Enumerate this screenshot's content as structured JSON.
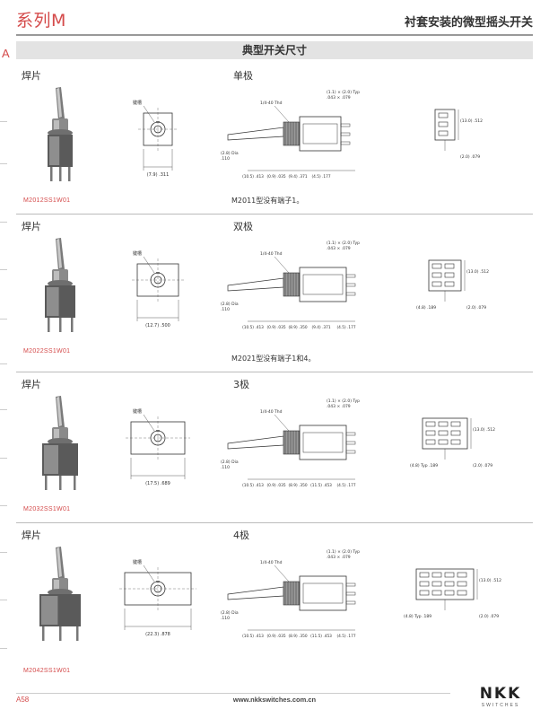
{
  "header": {
    "series": "系列M",
    "subtitle": "衬套安装的微型摇头开关",
    "tab_letter": "A"
  },
  "section_title": "典型开关尺寸",
  "common_labels": {
    "keyway": "键槽",
    "thread": "1/4-40 Thd",
    "pin_dim": "(1.1) × (2.0) Typ",
    "pin_dim_in": ".043 × .079",
    "dia": "(2.8) Dia",
    "dia_in": ".110"
  },
  "sections": [
    {
      "terminal_label": "焊片",
      "pole_label": "单极",
      "model": "M2012SS1W01",
      "note": "M2011型没有端子1。",
      "front_dim": "(7.9) .311",
      "side_dims": [
        "(10.5) .413",
        "(0.9) .035",
        "(9.4) .371",
        "(4.5) .177"
      ],
      "bottom_dims": [
        "(13.0) .512",
        "(2.0) .079"
      ]
    },
    {
      "terminal_label": "焊片",
      "pole_label": "双极",
      "model": "M2022SS1W01",
      "note": "M2021型没有端子1和4。",
      "front_dim": "(12.7) .500",
      "side_dims": [
        "(10.5) .413",
        "(0.9) .035",
        "(8.9) .350",
        "(9.4) .371",
        "(4.5) .177"
      ],
      "bottom_dims": [
        "(13.0) .512",
        "(2.0) .079",
        "(4.8) .189"
      ]
    },
    {
      "terminal_label": "焊片",
      "pole_label": "3极",
      "model": "M2032SS1W01",
      "note": "",
      "front_dim": "(17.5) .689",
      "side_dims": [
        "(10.5) .413",
        "(0.9) .035",
        "(8.9) .350",
        "(11.5) .453",
        "(4.5) .177"
      ],
      "bottom_dims": [
        "(13.0) .512",
        "(2.0) .079",
        "(4.8) Typ .189"
      ]
    },
    {
      "terminal_label": "焊片",
      "pole_label": "4极",
      "model": "M2042SS1W01",
      "note": "",
      "front_dim": "(22.3) .878",
      "side_dims": [
        "(10.5) .413",
        "(0.9) .035",
        "(8.9) .350",
        "(11.5) .453",
        "(4.5) .177"
      ],
      "bottom_dims": [
        "(13.0) .512",
        "(2.0) .079",
        "(4.8) Typ .189"
      ]
    }
  ],
  "footer": {
    "page": "A58",
    "url": "www.nkkswitches.com.cn",
    "logo": "NKK",
    "logo_sub": "SWITCHES"
  }
}
